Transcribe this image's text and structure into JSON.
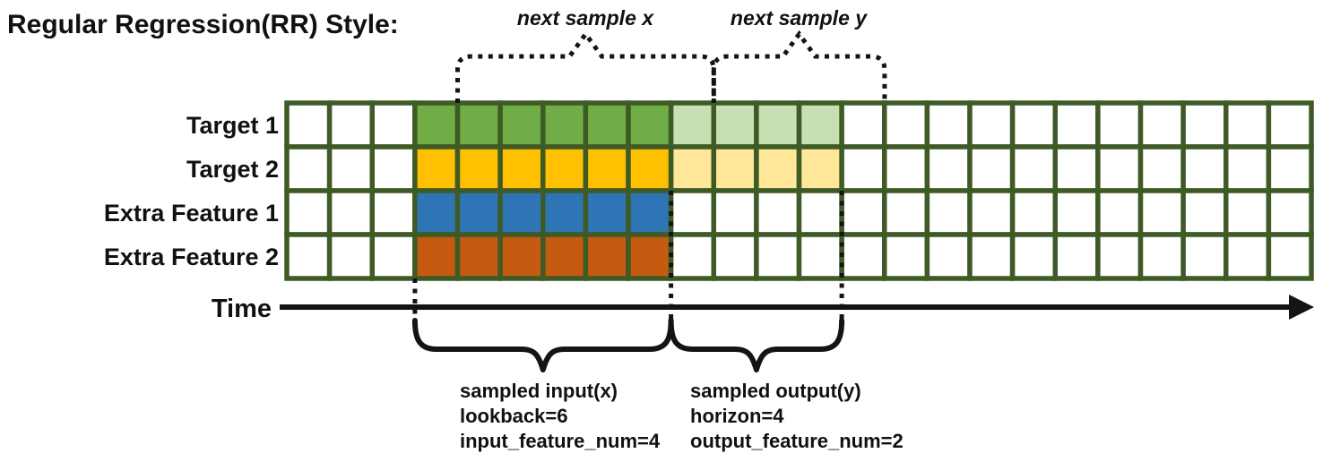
{
  "title": "Regular Regression(RR) Style:",
  "diagram": {
    "rows": [
      {
        "label": "Target 1",
        "color": "#70ad47",
        "light_color": "#c6e0b4",
        "is_target": true
      },
      {
        "label": "Target 2",
        "color": "#ffc000",
        "light_color": "#ffe699",
        "is_target": true
      },
      {
        "label": "Extra Feature 1",
        "color": "#2e75b6",
        "light_color": null,
        "is_target": false
      },
      {
        "label": "Extra Feature 2",
        "color": "#c55a11",
        "light_color": null,
        "is_target": false
      }
    ],
    "grid": {
      "total_cols": 24,
      "lead_blank_cols": 3,
      "lookback": 6,
      "horizon": 4,
      "next_sample_shift": 1,
      "border_color": "#3e5b26",
      "cell_fill": "#ffffff"
    },
    "annotations": {
      "next_sample_x": "next sample x",
      "next_sample_y": "next sample y",
      "time_label": "Time",
      "input_lines": [
        "sampled input(x)",
        "lookback=6",
        "input_feature_num=4"
      ],
      "output_lines": [
        "sampled output(y)",
        "horizon=4",
        "output_feature_num=2"
      ]
    }
  }
}
